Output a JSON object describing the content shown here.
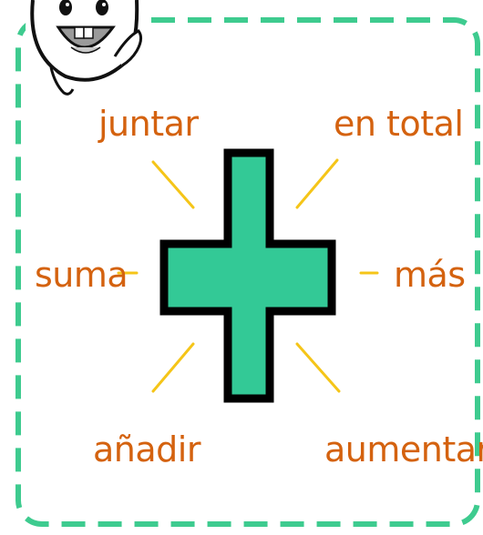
{
  "words": {
    "juntar": "juntar",
    "en_total": "en total",
    "suma": "suma",
    "mas": "más",
    "anadir": "añadir",
    "aumentar": "aumentar"
  },
  "colors": {
    "border": "#3ecb8f",
    "plus_fill": "#33c996",
    "plus_outline": "#000000",
    "ray": "#f5c518",
    "text": "#d4620f"
  },
  "icons": [
    "cartoon-mascot-icon",
    "plus-sign-icon"
  ]
}
